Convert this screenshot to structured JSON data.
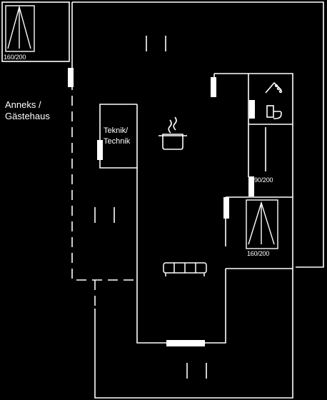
{
  "labels": {
    "bed_annex": "160/200",
    "annex": "Anneks /",
    "guesthouse": "Gästehaus",
    "technik_a": "Teknik/",
    "technik_b": "Technik",
    "bed_single": "90/200",
    "bed_double": "160/200"
  },
  "icons": [
    "bed-icon",
    "door-icon",
    "stairs-icon",
    "stove-icon",
    "shower-icon",
    "toilet-icon",
    "sofa-icon"
  ],
  "colors": {
    "background": "#000000",
    "lines": "#ffffff"
  }
}
